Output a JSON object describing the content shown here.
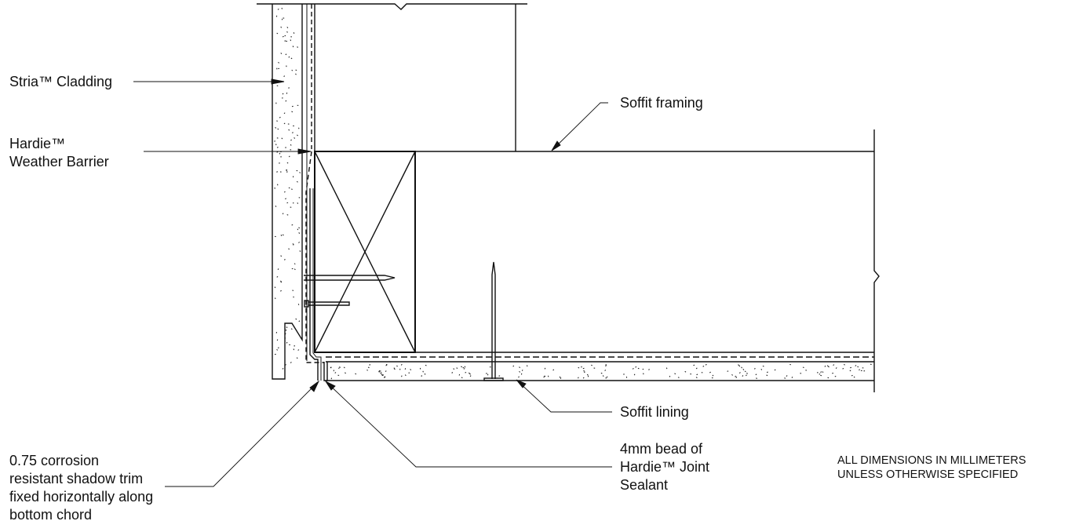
{
  "labels": {
    "stria_cladding": "Stria™ Cladding",
    "weather_barrier_1": "Hardie™",
    "weather_barrier_2": "Weather Barrier",
    "soffit_framing": "Soffit framing",
    "soffit_lining": "Soffit lining",
    "trim_1": "0.75 corrosion",
    "trim_2": "resistant shadow trim",
    "trim_3": "fixed horizontally along",
    "trim_4": "bottom chord",
    "sealant_1": "4mm bead of",
    "sealant_2": "Hardie™ Joint",
    "sealant_3": "Sealant"
  },
  "notes": {
    "line1": "ALL DIMENSIONS IN MILLIMETERS",
    "line2": "UNLESS OTHERWISE SPECIFIED"
  },
  "colors": {
    "line": "#111111",
    "background": "#ffffff"
  }
}
